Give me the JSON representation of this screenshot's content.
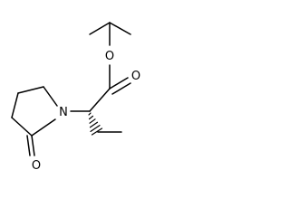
{
  "molecule": {
    "atoms": [
      {
        "id": "o_ester",
        "label": "O"
      },
      {
        "id": "o_carbonyl",
        "label": "O"
      },
      {
        "id": "n_ring",
        "label": "N"
      },
      {
        "id": "o_lactam",
        "label": "O"
      }
    ],
    "colors": {
      "bond": "#000000",
      "label": "#000000",
      "background": "#ffffff"
    },
    "stereo": "hashed-wedge"
  }
}
